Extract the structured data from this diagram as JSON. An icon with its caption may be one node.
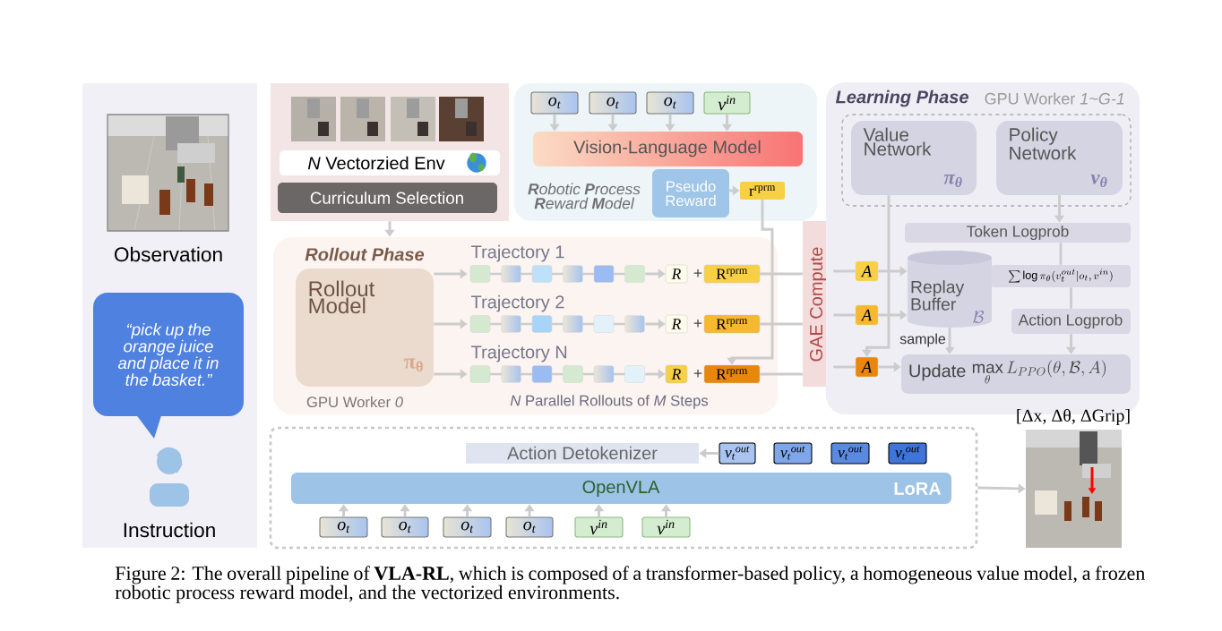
{
  "diagram": {
    "caption": "Figure 2: The overall pipeline of **VLA-RL**, which is composed of a transformer-based policy, a homogeneous value model, a frozen robotic process reward model, and the vectorized environments.",
    "nodes": [
      {
        "text": [
          "Observation"
        ]
      },
      {
        "text": [
          "“pick up the orange juice and place it in the basket.”"
        ]
      },
      {
        "text": [
          "Instruction"
        ]
      },
      {
        "text": [],
        "shape": "box"
      },
      {
        "text": [
          "*N* Vectorzied Env"
        ],
        "in": 3
      },
      {
        "text": [
          "Curriculum Selection"
        ],
        "in": 3
      },
      {
        "text": [
          "**R**obotic **P**rocess **R**eward **M**odel"
        ]
      },
      {
        "text": [
          "o$_{t}$"
        ],
        "in": 6
      },
      {
        "text": [
          "o$_{t}$"
        ],
        "in": 6
      },
      {
        "text": [
          "o$_{t}$"
        ],
        "in": 6
      },
      {
        "text": [
          "v$^{in}$"
        ],
        "in": 6
      },
      {
        "text": [
          "Vision-Language Model"
        ],
        "in": 6
      },
      {
        "text": [
          "Pseudo Reward"
        ],
        "in": 6
      },
      {
        "text": [
          "r$^{rprm}$"
        ],
        "in": 6
      },
      {
        "text": [
          "Rollout Phase",
          "GPU Worker *0*",
          "*N* Parallel Rollouts of *M* Steps"
        ]
      },
      {
        "text": [
          "Rollout Model",
          "π$_{θ}$"
        ],
        "in": 14
      },
      {
        "text": [
          "Trajectory 1"
        ],
        "in": 14
      },
      {
        "text": [
          "R"
        ],
        "in": 14
      },
      {
        "text": [
          "R$^{rprm}$"
        ],
        "in": 14
      },
      {
        "text": [
          "Trajectory 2"
        ],
        "in": 14
      },
      {
        "text": [
          "R"
        ],
        "in": 14
      },
      {
        "text": [
          "R$^{rprm}$"
        ],
        "in": 14
      },
      {
        "text": [
          "Trajectory N"
        ],
        "in": 14
      },
      {
        "text": [
          "R"
        ],
        "in": 14
      },
      {
        "text": [
          "R$^{rprm}$"
        ],
        "in": 14
      },
      {
        "text": [
          "GAE Compute"
        ]
      },
      {
        "text": [
          "Learning Phase",
          "GPU Worker *1~G-1*"
        ]
      },
      {
        "text": [],
        "shape": "box",
        "in": 26
      },
      {
        "text": [
          "Value Network",
          "π$_{θ}$"
        ],
        "in": 27
      },
      {
        "text": [
          "Policy Network",
          "v$_{θ}$"
        ],
        "in": 27
      },
      {
        "text": [
          "Token Logprob"
        ],
        "in": 26
      },
      {
        "text": [
          "Replay Buffer",
          "\\mathcal{B}"
        ],
        "in": 26
      },
      {
        "text": [
          "\\sum \\log \\pi_{\\theta}(v_t^{out}|o_t, v^{in})"
        ],
        "in": 26
      },
      {
        "text": [
          "Action Logprob"
        ],
        "in": 26
      },
      {
        "text": [
          "Update",
          "\\max\\limits_{\\theta} L_{PPO}(\\theta,\\mathcal{B},A)"
        ],
        "in": 26
      },
      {
        "text": [
          "A"
        ],
        "in": 26
      },
      {
        "text": [
          "A"
        ],
        "in": 26
      },
      {
        "text": [
          "A"
        ],
        "in": 26
      },
      {
        "text": [],
        "shape": "box"
      },
      {
        "text": [
          "Action Detokenizer"
        ],
        "in": 38
      },
      {
        "text": [
          "v$_{t}$$^{out}$"
        ],
        "in": 38
      },
      {
        "text": [
          "v$_{t}$$^{out}$"
        ],
        "in": 38
      },
      {
        "text": [
          "v$_{t}$$^{out}$"
        ],
        "in": 38
      },
      {
        "text": [
          "v$_{t}$$^{out}$"
        ],
        "in": 38
      },
      {
        "text": [
          "OpenVLA",
          "LoRA"
        ],
        "in": 38
      },
      {
        "text": [
          "o$_{t}$"
        ],
        "in": 38
      },
      {
        "text": [
          "o$_{t}$"
        ],
        "in": 38
      },
      {
        "text": [
          "o$_{t}$"
        ],
        "in": 38
      },
      {
        "text": [
          "o$_{t}$"
        ],
        "in": 38
      },
      {
        "text": [
          "v$^{in}$"
        ],
        "in": 38
      },
      {
        "text": [
          "v$^{in}$"
        ],
        "in": 38
      },
      {
        "text": [],
        "shape": "picture",
        "beside": [
          "[Δx, Δθ, ΔGrip]"
        ]
      }
    ],
    "edges": [
      {
        "from": 3,
        "to": 14,
        "arrow": "to"
      },
      {
        "from": 7,
        "to": 11,
        "arrow": "to"
      },
      {
        "from": 8,
        "to": 11,
        "arrow": "to"
      },
      {
        "from": 9,
        "to": 11,
        "arrow": "to"
      },
      {
        "from": 10,
        "to": 11,
        "arrow": "to"
      },
      {
        "from": 12,
        "to": 13,
        "arrow": "to"
      },
      {
        "from": 13,
        "to": 24,
        "arrow": "to"
      },
      {
        "from": 15,
        "to": 16,
        "arrow": "to"
      },
      {
        "from": 15,
        "to": 19,
        "arrow": "to"
      },
      {
        "from": 15,
        "to": 22,
        "arrow": "to"
      },
      {
        "from": 16,
        "to": 17,
        "arrow": "to"
      },
      {
        "from": 19,
        "to": 20,
        "arrow": "to"
      },
      {
        "from": 22,
        "to": 23,
        "arrow": "to"
      },
      {
        "from": 18,
        "to": 25,
        "arrow": "none"
      },
      {
        "from": 21,
        "to": 25,
        "arrow": "none"
      },
      {
        "from": 24,
        "to": 25,
        "arrow": "none"
      },
      {
        "from": 25,
        "to": 35,
        "arrow": "none"
      },
      {
        "from": 25,
        "to": 36,
        "arrow": "none"
      },
      {
        "from": 25,
        "to": 37,
        "arrow": "none"
      },
      {
        "from": 35,
        "to": 31,
        "arrow": "to"
      },
      {
        "from": 36,
        "to": 31,
        "arrow": "to"
      },
      {
        "from": 37,
        "to": 34,
        "arrow": "to"
      },
      {
        "from": 28,
        "to": 37,
        "arrow": "to"
      },
      {
        "from": 29,
        "to": 30,
        "arrow": "to"
      },
      {
        "from": 30,
        "to": 32,
        "arrow": "none"
      },
      {
        "from": 32,
        "to": 33,
        "arrow": "none"
      },
      {
        "from": 33,
        "to": 34,
        "arrow": "to"
      },
      {
        "from": 31,
        "to": 34,
        "arrow": "to",
        "label": "sample"
      },
      {
        "from": 45,
        "to": 44,
        "arrow": "to"
      },
      {
        "from": 46,
        "to": 44,
        "arrow": "to"
      },
      {
        "from": 47,
        "to": 44,
        "arrow": "to"
      },
      {
        "from": 48,
        "to": 44,
        "arrow": "to"
      },
      {
        "from": 49,
        "to": 44,
        "arrow": "to"
      },
      {
        "from": 50,
        "to": 44,
        "arrow": "to"
      },
      {
        "from": 40,
        "to": 39,
        "arrow": "to"
      },
      {
        "from": 38,
        "to": 51,
        "arrow": "to"
      }
    ],
    "labels": [
      "+",
      "+",
      "+"
    ]
  }
}
